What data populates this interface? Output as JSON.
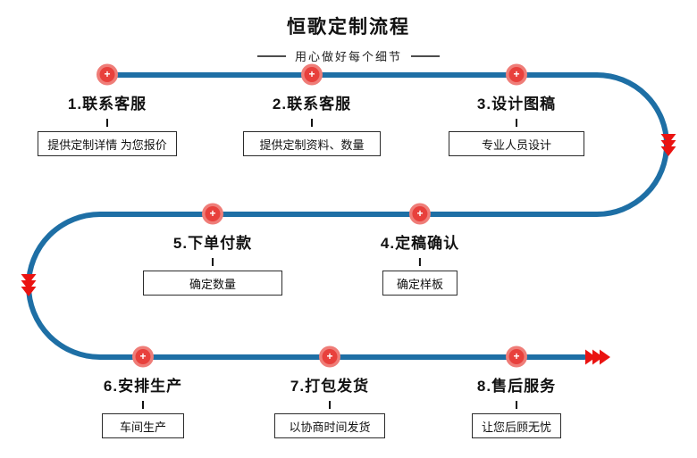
{
  "title": "恒歌定制流程",
  "subtitle": "用心做好每个细节",
  "marker_symbol": "+",
  "steps": [
    {
      "label": "1.联系客服",
      "detail": "提供定制详情 为您报价"
    },
    {
      "label": "2.联系客服",
      "detail": "提供定制资料、数量"
    },
    {
      "label": "3.设计图稿",
      "detail": "专业人员设计"
    },
    {
      "label": "4.定稿确认",
      "detail": "确定样板"
    },
    {
      "label": "5.下单付款",
      "detail": "确定数量"
    },
    {
      "label": "6.安排生产",
      "detail": "车间生产"
    },
    {
      "label": "7.打包发货",
      "detail": "以协商时间发货"
    },
    {
      "label": "8.售后服务",
      "detail": "让您后顾无忧"
    }
  ],
  "colors": {
    "line": "#1e6fa5",
    "marker": "#e8403c",
    "marker_ring": "#ef7d78",
    "arrow": "#ea1311",
    "box_border": "#2b2b2b",
    "text": "#111111"
  }
}
